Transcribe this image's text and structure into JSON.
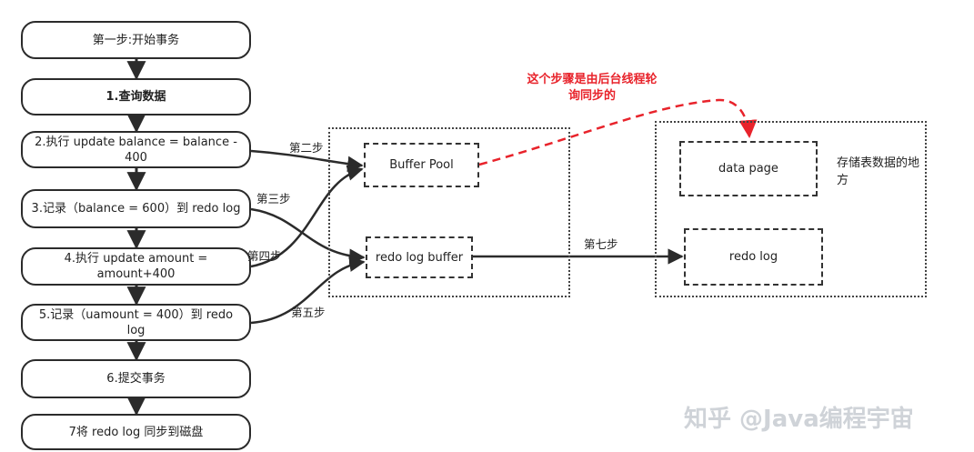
{
  "steps": [
    "第一步:开始事务",
    "1.查询数据",
    "2.执行 update balance = balance - 400",
    "3.记录（balance = 600）到 redo log",
    "4.执行 update amount = amount+400",
    "5.记录（uamount = 400）到 redo log",
    "6.提交事务",
    "7将 redo log 同步到磁盘"
  ],
  "memory": {
    "buffer_pool": "Buffer Pool",
    "redo_log_buffer": "redo log buffer"
  },
  "disk": {
    "data_page": "data page",
    "redo_log": "redo log",
    "label": "存储表数据的地方"
  },
  "edge_labels": {
    "second": "第二步",
    "third": "第三步",
    "fourth": "第四步",
    "fifth": "第五步",
    "seventh": "第七步"
  },
  "note": "这个步骤是由后台线程轮询同步的",
  "watermark": "知乎 @Java编程宇宙",
  "colors": {
    "accent_red": "#e8232b",
    "line": "#2b2b2b"
  }
}
